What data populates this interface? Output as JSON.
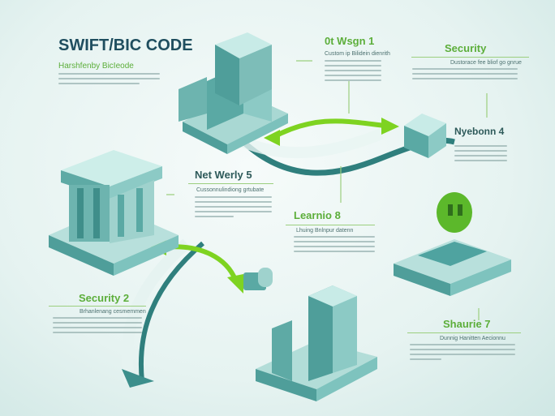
{
  "title": "SWIFT/BIC CODE",
  "subtitle": "Harshfenby BicIeode",
  "sections": [
    {
      "heading": "0t Wsgn 1",
      "sub": "Custom ip Bilidein dienrith"
    },
    {
      "heading": "Security",
      "sub": "Dustorace fee bliof go gnrue"
    },
    {
      "heading": "Nyebonn 4"
    },
    {
      "heading": "Net Werly 5",
      "sub": "Cussonnulindiong grtubate"
    },
    {
      "heading": "Learnio 8",
      "sub": "Lhuing Bnlnpur datenn"
    },
    {
      "heading": "Security 2",
      "sub": "Brhanlenang cesmemmen"
    },
    {
      "heading": "Shaurie 7",
      "sub": "Dunnig Hanitten Aecionnu"
    }
  ],
  "colors": {
    "title": "#1f4e5f",
    "accent_green": "#5cae3a",
    "teal": "#4fa3a0",
    "arrow": "#7ed321"
  }
}
